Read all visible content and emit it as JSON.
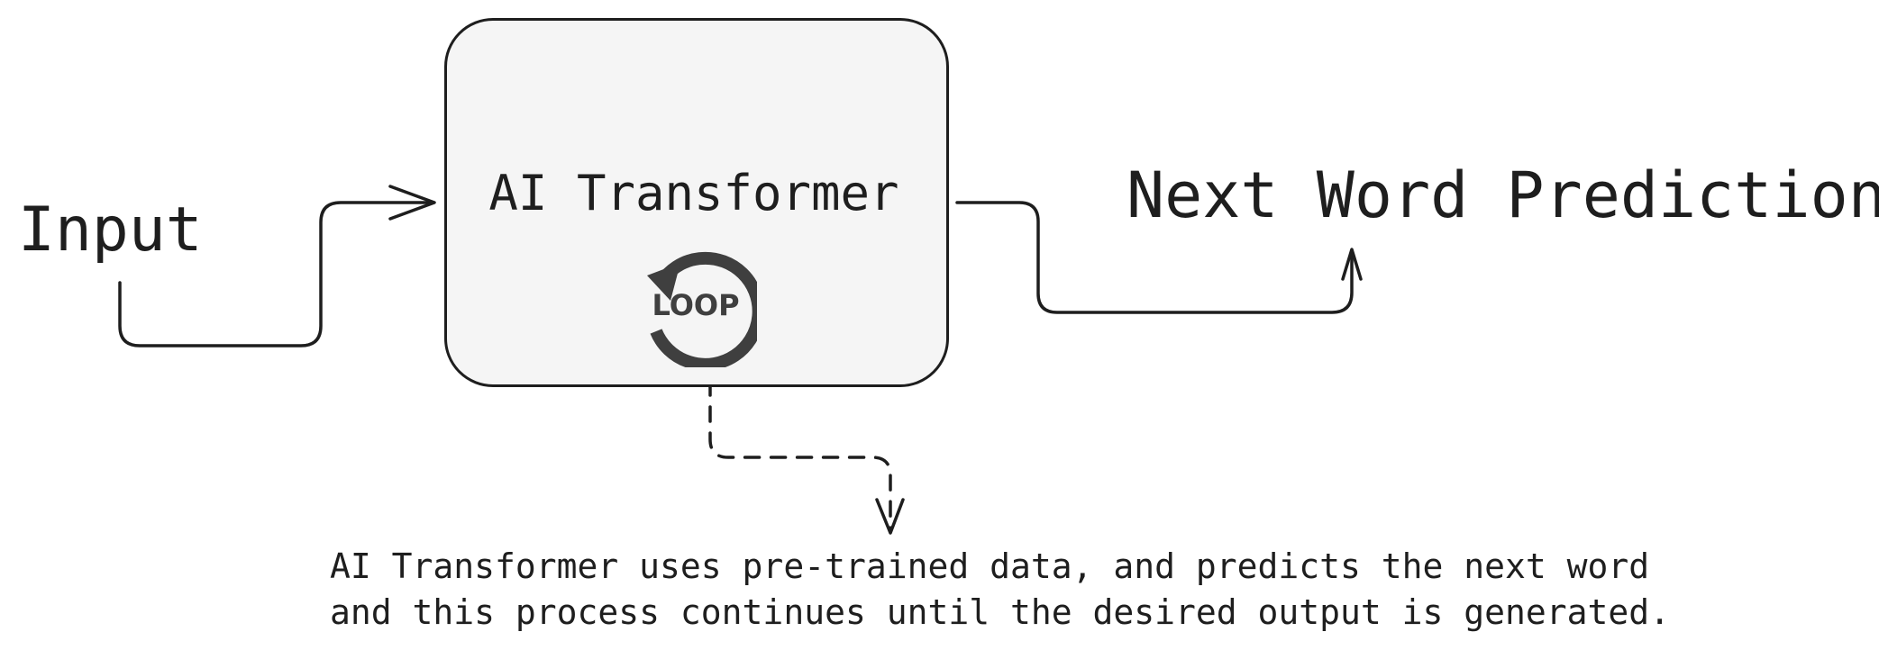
{
  "nodes": {
    "input": "Input",
    "transformer": "AI Transformer",
    "output": "Next Word Prediction"
  },
  "loop_icon": {
    "name": "loop-icon",
    "text": "LOOP",
    "color": "#3f3f3f"
  },
  "note": {
    "line1": "AI Transformer uses pre-trained data, and predicts the next word",
    "line2": "and this process continues until the desired output is generated."
  },
  "colors": {
    "stroke": "#1e1e1e",
    "box_fill": "#f5f5f5"
  }
}
